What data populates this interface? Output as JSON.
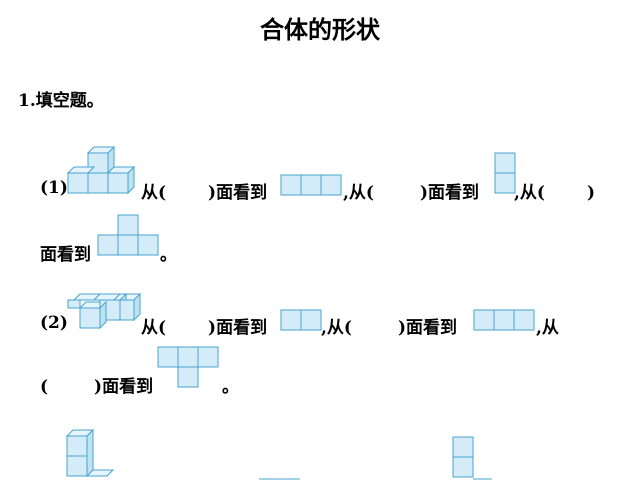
{
  "title": "合体的形状",
  "question": {
    "number": "1.",
    "label": "填空题。"
  },
  "q1": {
    "num": "(1)",
    "seg1": "从(",
    "seg1b": ")面看到",
    "seg2": ",从(",
    "seg2b": ")面看到",
    "seg3": ",从(",
    "seg3b": ")",
    "seg4": "面看到",
    "end": "。"
  },
  "q2": {
    "num": "(2)",
    "seg1": "从(",
    "seg1b": ")面看到",
    "seg2": ",从(",
    "seg2b": ")面看到",
    "seg3": ",从",
    "seg4": "(",
    "seg4b": ")面看到",
    "end": "。"
  },
  "colors": {
    "cube_fill": "#d4ecf7",
    "cube_top": "#e6f5fc",
    "cube_side": "#bfe2f2",
    "cube_stroke": "#4aa3d0"
  }
}
